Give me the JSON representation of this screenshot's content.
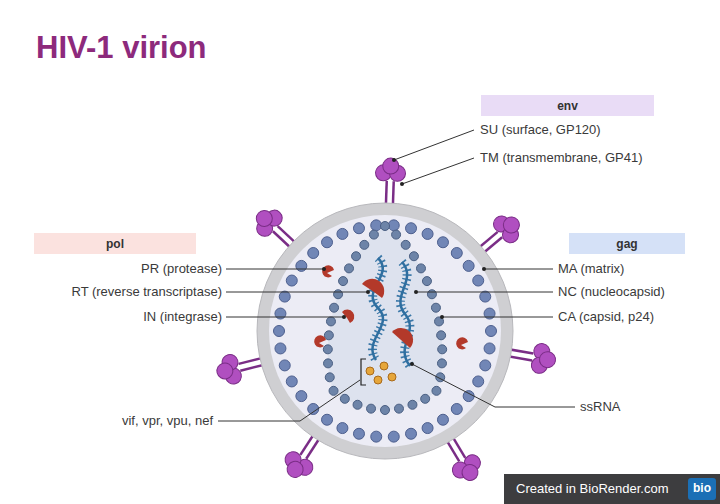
{
  "diagram": {
    "title": "HIV-1 virion",
    "nodes": [
      {
        "text": [
          "env"
        ]
      },
      {
        "text": [
          "pol"
        ]
      },
      {
        "text": [
          "gag"
        ]
      }
    ],
    "labels": [
      "SU (surface, GP120)",
      "TM (transmembrane, GP41)",
      "PR (protease)",
      "RT (reverse transcriptase)",
      "IN (integrase)",
      "MA (matrix)",
      "NC (nucleocapsid)",
      "CA (capsid, p24)",
      "vif, vpr, vpu, nef",
      "ssRNA",
      "Created in BioRender.com",
      "bio"
    ]
  }
}
